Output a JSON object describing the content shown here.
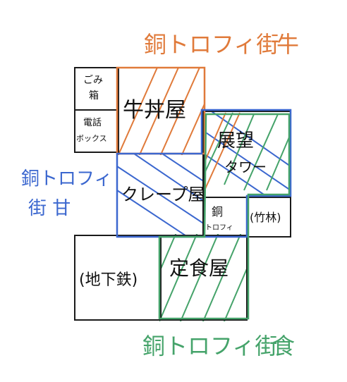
{
  "streets": {
    "orange": {
      "line1": "銅トロフィ街",
      "line2": "牛",
      "color": "#e07a3a"
    },
    "blue": {
      "line1": "銅トロフィ",
      "line2": "街 甘",
      "color": "#3b67cf"
    },
    "green": {
      "line1": "銅トロフィ街",
      "line2": "食",
      "color": "#45a36a"
    }
  },
  "cells": {
    "trash": {
      "line1": "ごみ",
      "line2": "箱"
    },
    "phone": {
      "line1": "電話",
      "line2": "ボックス"
    },
    "gyudon": {
      "line1": "牛丼屋"
    },
    "tower": {
      "line1": "展望",
      "line2": "タワー"
    },
    "crepe": {
      "line1": "クレープ屋"
    },
    "bronze": {
      "line1": "銅",
      "line2": "トロフィ"
    },
    "bamboo": {
      "line1": "(竹林)"
    },
    "subway": {
      "line1": "(地下鉄)"
    },
    "teishoku": {
      "line1": "定食屋"
    }
  },
  "colors": {
    "ink": "#1a1a1a",
    "orange": "#e07a3a",
    "blue": "#3b67cf",
    "green": "#45a36a"
  }
}
